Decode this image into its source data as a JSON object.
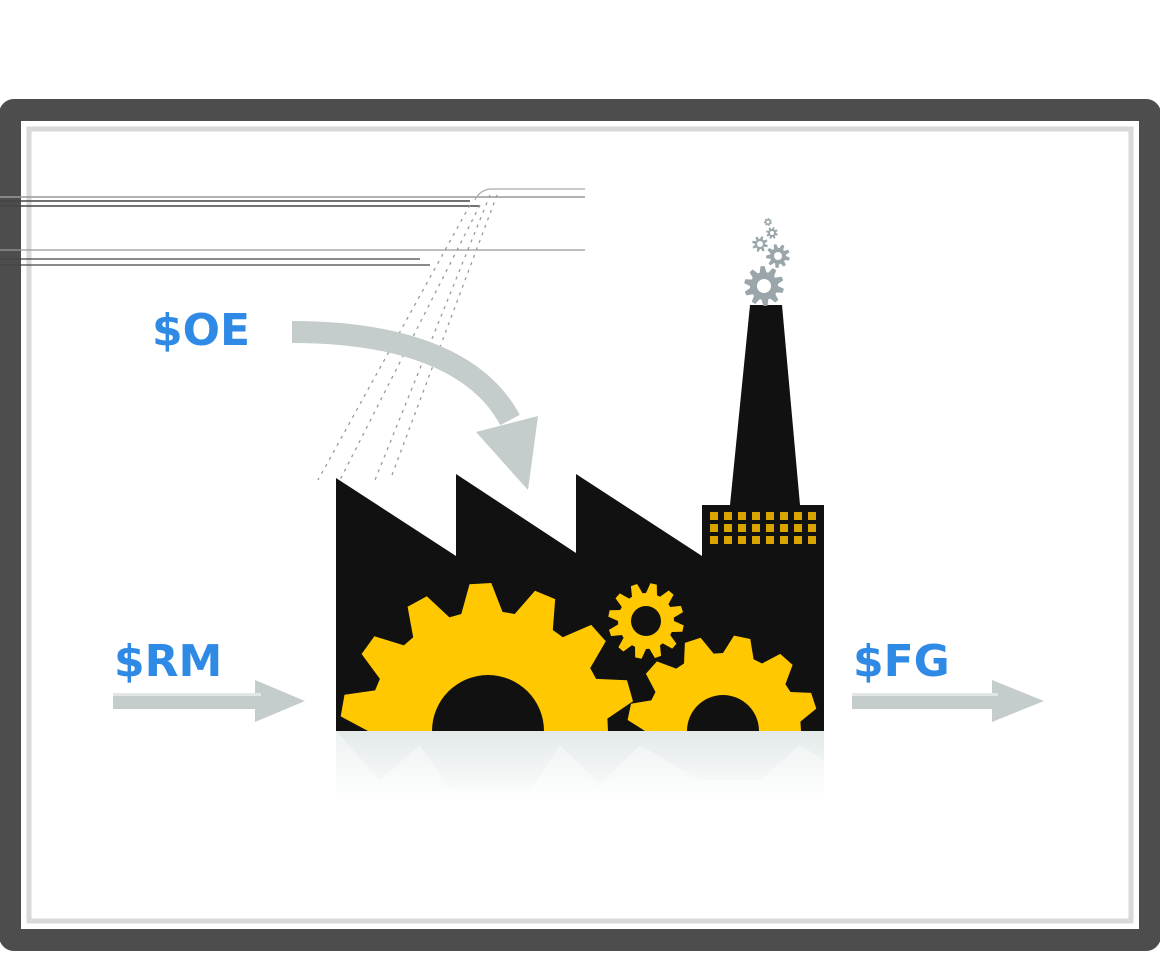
{
  "labels": {
    "oe": "$OE",
    "rm": "$RM",
    "fg": "$FG"
  },
  "colors": {
    "frame": "#4d4d4d",
    "frame_inner": "#d9d9d9",
    "label": "#2f8ae6",
    "factory": "#111111",
    "gear": "#ffc800",
    "window": "#d9a300",
    "arrow": "#c4cccc",
    "reflection": "#dde3e3",
    "smoke_gear": "#9aa6aa"
  },
  "icons": {
    "factory": "factory-icon",
    "smokestack": "smokestack-icon",
    "large_gear": "gear-icon",
    "medium_gear": "gear-icon",
    "small_gear": "gear-icon",
    "smoke_gears": "gear-icon",
    "input_arrow": "arrow-right-icon",
    "output_arrow": "arrow-right-icon",
    "curved_arrow": "curved-arrow-icon"
  }
}
